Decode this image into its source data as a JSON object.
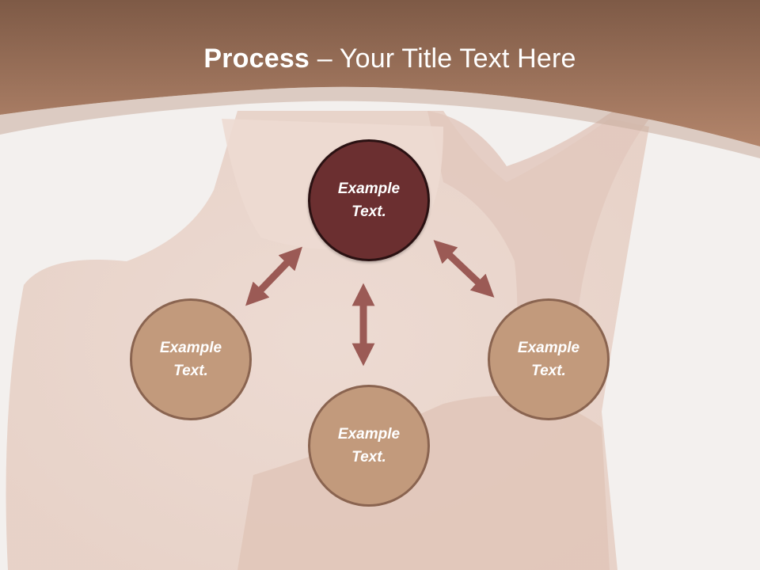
{
  "slide": {
    "title_bold": "Process",
    "title_rest": " – Your Title Text Here"
  },
  "diagram": {
    "center_node": {
      "label": "Example\nText."
    },
    "left_node": {
      "label": "Example\nText."
    },
    "bottom_node": {
      "label": "Example\nText."
    },
    "right_node": {
      "label": "Example\nText."
    }
  },
  "colors": {
    "header": "#a0705a",
    "center_fill": "#6b2f30",
    "node_fill": "#c29a7c",
    "arrow": "#9b5a55"
  }
}
